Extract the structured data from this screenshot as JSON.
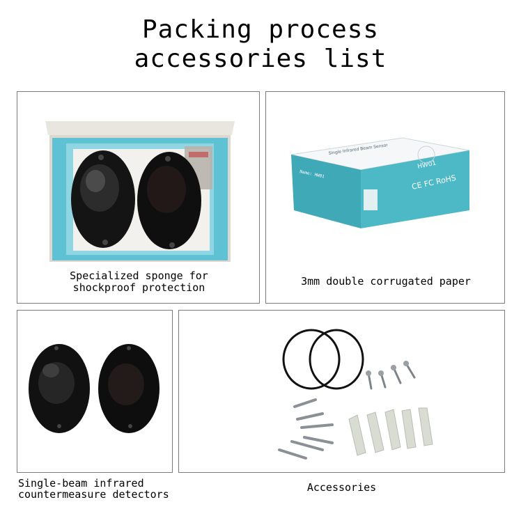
{
  "title": {
    "line1": "Packing process",
    "line2": "accessories list"
  },
  "panels": [
    {
      "caption": "Specialized sponge for\nshockproof protection"
    },
    {
      "caption": "3mm double corrugated paper"
    },
    {
      "caption": "Single-beam infrared\ncountermeasure detectors"
    },
    {
      "caption": "Accessories"
    }
  ],
  "box_print": {
    "brand_side": "HW01",
    "cert_marks": "CE FC RoHS",
    "top_label": "Single Infrared Beam Sensor",
    "name_line": "Name: HW01"
  }
}
